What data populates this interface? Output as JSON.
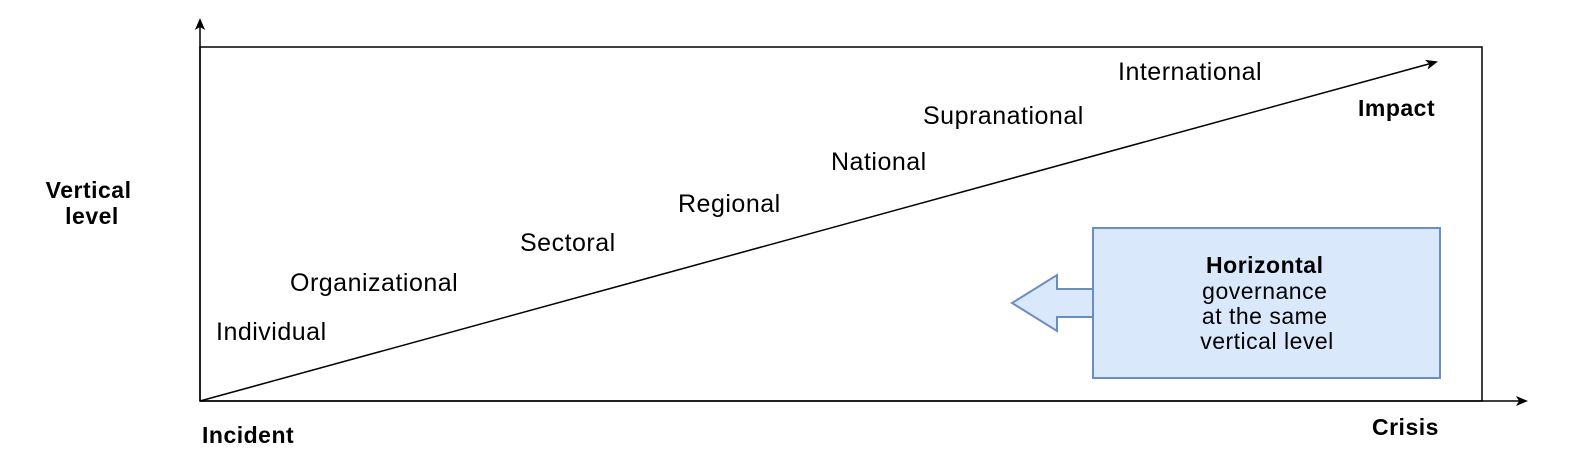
{
  "axes": {
    "vertical_label_line1": "Vertical",
    "vertical_label_line2": "level",
    "start_label": "Incident",
    "end_label": "Crisis",
    "arrow_label": "Impact"
  },
  "levels": [
    "Individual",
    "Organizational",
    "Sectoral",
    "Regional",
    "National",
    "Supranational",
    "International"
  ],
  "horizontal_box": {
    "title": "Horizontal",
    "line1": "governance",
    "line2": "at the same",
    "line3": "vertical level"
  },
  "colors": {
    "line": "#000000",
    "box_fill": "#dae8fc",
    "box_stroke": "#6c8ebf"
  }
}
